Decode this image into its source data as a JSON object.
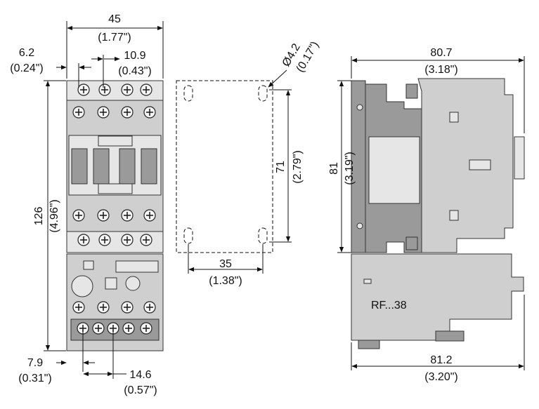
{
  "colors": {
    "housing": "#cfcfcf",
    "housing_dark": "#9a9a9a",
    "housing_light": "#e6e6e6",
    "line": "#111111"
  },
  "front_view": {
    "width": {
      "mm": "45",
      "inch": "(1.77\")"
    },
    "terminal_offset": {
      "mm": "6.2",
      "inch": "(0.24\")"
    },
    "terminal_pitch_top": {
      "mm": "10.9",
      "inch": "(0.43\")"
    },
    "height": {
      "mm": "126",
      "inch": "(4.96\")"
    },
    "bottom_offset": {
      "mm": "7.9",
      "inch": "(0.31\")"
    },
    "terminal_pitch_bottom": {
      "mm": "14.6",
      "inch": "(0.57\")"
    }
  },
  "mounting_view": {
    "hole_diameter": {
      "mm": "Ø4.2",
      "inch": "(0.17\")"
    },
    "hole_spacing_v": {
      "mm": "71",
      "inch": "(2.79\")"
    },
    "hole_spacing_h": {
      "mm": "35",
      "inch": "(1.38\")"
    }
  },
  "side_view": {
    "depth_top": {
      "mm": "80.7",
      "inch": "(3.18\")"
    },
    "height": {
      "mm": "81",
      "inch": "(3.19\")"
    },
    "depth_bottom": {
      "mm": "81.2",
      "inch": "(3.20\")"
    },
    "relay_label": "RF...38"
  },
  "icons": [
    "screw-terminal-icon",
    "arrow-icon"
  ]
}
